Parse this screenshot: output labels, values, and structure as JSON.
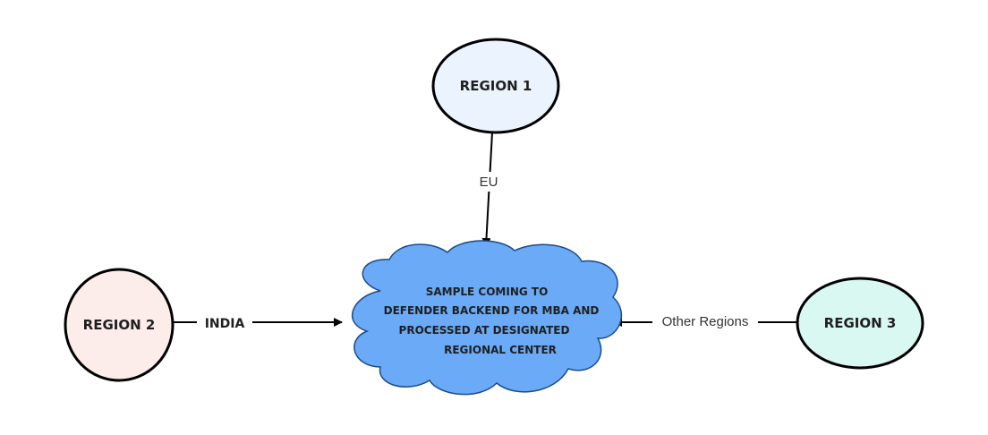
{
  "nodes": {
    "region1": {
      "label": "REGION 1",
      "fill": "#eaf3fe"
    },
    "region2": {
      "label": "REGION 2",
      "fill": "#fcecea"
    },
    "region3": {
      "label": "REGION 3",
      "fill": "#d8f8f1"
    }
  },
  "cloud": {
    "lines": [
      "SAMPLE COMING TO",
      "DEFENDER BACKEND FOR MBA AND",
      "PROCESSED AT DESIGNATED",
      "REGIONAL CENTER"
    ],
    "fill": "#6aaaf6"
  },
  "edges": {
    "eu": "EU",
    "india": "INDIA",
    "other": "Other Regions"
  },
  "colors": {
    "stroke": "#000000"
  }
}
